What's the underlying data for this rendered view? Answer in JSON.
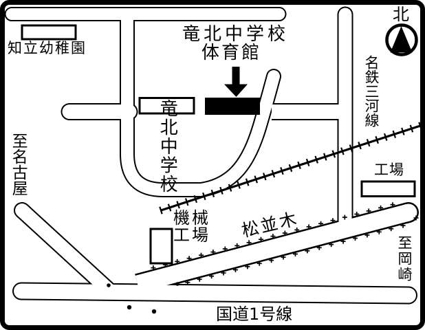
{
  "map": {
    "background": "#ffffff",
    "ink": "#000000",
    "compass": {
      "north_label": "北"
    },
    "destination": {
      "title_line1": "竜北中学校",
      "title_line2": "体育館"
    },
    "places": {
      "kindergarten": "知立幼稚園",
      "junior_high_school": "竜北中学校",
      "machine_factory_line1": "機械",
      "machine_factory_line2": "工場",
      "factory": "工場"
    },
    "routes": {
      "railway_line": "名鉄三河線",
      "pine_tree_row": "松並木",
      "national_route1": "国道1号線",
      "to_nagoya": "至名古屋",
      "to_okazaki": "至岡崎"
    }
  }
}
